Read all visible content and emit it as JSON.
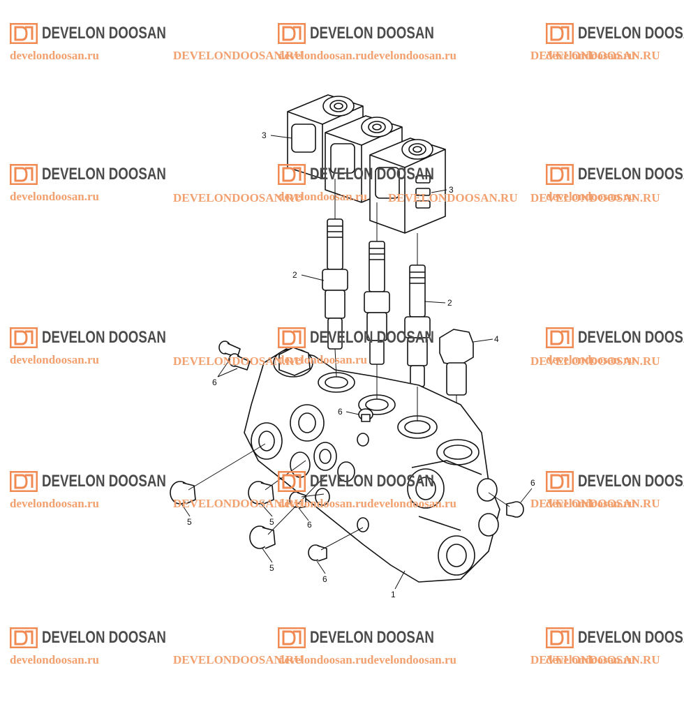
{
  "brand": {
    "name": "DEVELON DOOSAN",
    "url_lower": "develondoosan.ru",
    "url_upper": "DEVELONDOOSAN.RU",
    "logo_color": "#f08a52",
    "url_color": "#f3a06f",
    "brand_text_color": "#4b4b4b"
  },
  "watermarks": [
    {
      "url": "develondoosan.ru"
    },
    {
      "url": "DEVELONDOOSAN.RU"
    },
    {
      "url": "develondoosan.ru"
    },
    {
      "url": "DEVELONDOOSAN.RU"
    },
    {
      "url": "develondoosan.ru"
    },
    {
      "url": "DEVELONDOOSAN.RU"
    },
    {
      "url": "develondoosan.ru"
    },
    {
      "url": "DEVELONDOOSAN.RU"
    },
    {
      "url": "develondoosan.ru"
    },
    {
      "url": "DEVELONDOOSAN.RU"
    },
    {
      "url": "develondoosan.ru"
    },
    {
      "url": "DEVELONDOOSAN.RU"
    },
    {
      "url": "develondoosan.ru"
    },
    {
      "url": "DEVELONDOOSAN.RU"
    },
    {
      "url": "develondoosan.ru"
    },
    {
      "url": "DEVELONDOOSAN.RU"
    },
    {
      "url": "develondoosan.ru"
    },
    {
      "url": "DEVELONDOOSAN.RU"
    }
  ],
  "callouts": {
    "c3a": "3",
    "c3b": "3",
    "c2a": "2",
    "c2b": "2",
    "c4": "4",
    "c6a": "6",
    "c6b": "6",
    "c6c": "6",
    "c6d": "6",
    "c6e": "6",
    "c5a": "5",
    "c5b": "5",
    "c5c": "5",
    "c1": "1"
  }
}
